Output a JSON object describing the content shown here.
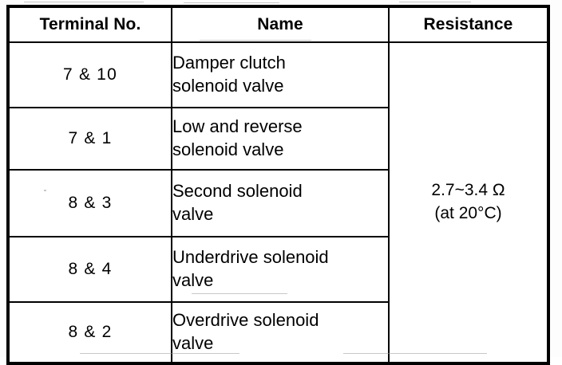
{
  "document": {
    "type": "specification-table",
    "background_color": "#fdfdfd",
    "ink_color": "#000000"
  },
  "table": {
    "columns": [
      {
        "key": "terminal",
        "label": "Terminal No."
      },
      {
        "key": "name",
        "label": "Name"
      },
      {
        "key": "resistance",
        "label": "Resistance"
      }
    ],
    "rows": [
      {
        "terminal": "7 & 10",
        "name_line1": "Damper clutch",
        "name_line2": "solenoid valve"
      },
      {
        "terminal": "7 & 1",
        "name_line1": "Low and reverse",
        "name_line2": "solenoid valve"
      },
      {
        "terminal": "8 & 3",
        "name_line1": "Second solenoid",
        "name_line2": "valve"
      },
      {
        "terminal": "8 & 4",
        "name_line1": "Underdrive solenoid",
        "name_line2": "valve"
      },
      {
        "terminal": "8 & 2",
        "name_line1": "Overdrive solenoid",
        "name_line2": "valve"
      }
    ],
    "resistance": {
      "value_line": "2.7~3.4 Ω",
      "condition_line": "(at 20°C)",
      "rowspan": 5
    }
  }
}
